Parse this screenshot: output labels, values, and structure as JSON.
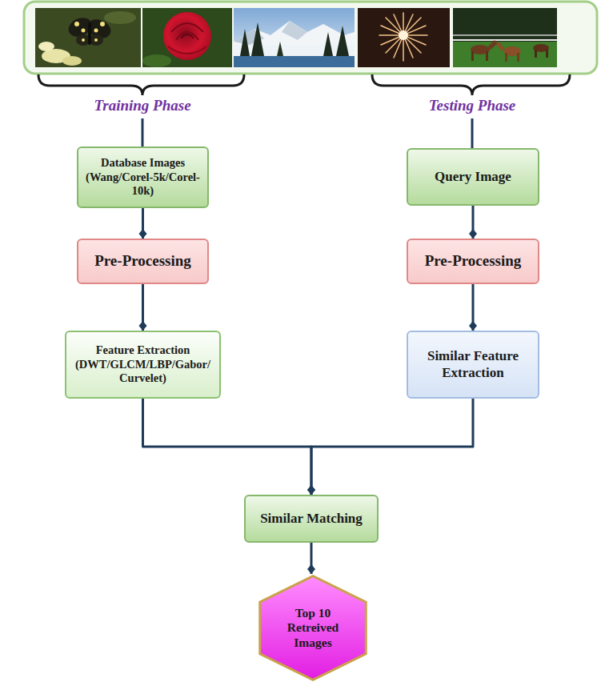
{
  "diagram": {
    "nodes": [
      {
        "text": [
          "Database Images (Wang/Corel-5k/Corel-10k)"
        ]
      },
      {
        "text": [
          "Query Image"
        ]
      },
      {
        "text": [
          "Pre-Processing"
        ]
      },
      {
        "text": [
          "Pre-Processing"
        ]
      },
      {
        "text": [
          "Feature Extraction (DWT/GLCM/LBP/Gabor/ Curvelet)"
        ]
      },
      {
        "text": [
          "Similar Feature Extraction"
        ]
      },
      {
        "text": [
          "Similar Matching"
        ]
      },
      {
        "text": [
          "Top 10 Retreived Images"
        ]
      }
    ],
    "edges": [
      {
        "from": 0,
        "to": 2,
        "arrow": "to"
      },
      {
        "from": 2,
        "to": 4,
        "arrow": "to"
      },
      {
        "from": 1,
        "to": 3,
        "arrow": "to"
      },
      {
        "from": 3,
        "to": 5,
        "arrow": "to"
      },
      {
        "from": 4,
        "to": 6,
        "arrow": "to"
      },
      {
        "from": 5,
        "to": 6,
        "arrow": "to"
      },
      {
        "from": 6,
        "to": 7,
        "arrow": "to"
      }
    ],
    "labels": [
      "Training Phase",
      "Testing Phase"
    ]
  }
}
